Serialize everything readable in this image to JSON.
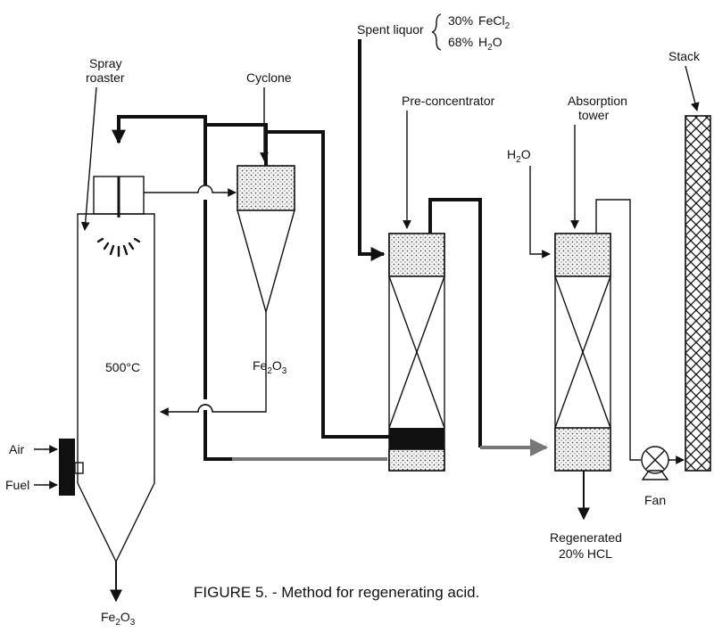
{
  "labels": {
    "spray_roaster_line1": "Spray",
    "spray_roaster_line2": "roaster",
    "cyclone": "Cyclone",
    "spent_liquor": "Spent liquor",
    "feed_pct1": "30%",
    "feed_comp1": "FeCl",
    "feed_comp1_sub": "2",
    "feed_pct2": "68%",
    "feed_comp2": "H",
    "feed_comp2_sub": "2",
    "feed_comp2_end": "O",
    "pre_concentrator": "Pre-concentrator",
    "absorption_line1": "Absorption",
    "absorption_line2": "tower",
    "stack": "Stack",
    "water_main": "H",
    "water_sub": "2",
    "water_end": "O",
    "temperature": "500°C",
    "fe2o3_a": "Fe",
    "fe2o3_a_sub1": "2",
    "fe2o3_a_mid": "O",
    "fe2o3_a_sub2": "3",
    "fe2o3_b": "Fe",
    "fe2o3_b_sub1": "2",
    "fe2o3_b_mid": "O",
    "fe2o3_b_sub2": "3",
    "air": "Air",
    "fuel": "Fuel",
    "fan": "Fan",
    "regenerated_line1": "Regenerated",
    "regenerated_line2": "20% HCL"
  },
  "caption": "FIGURE 5. - Method for regenerating acid."
}
